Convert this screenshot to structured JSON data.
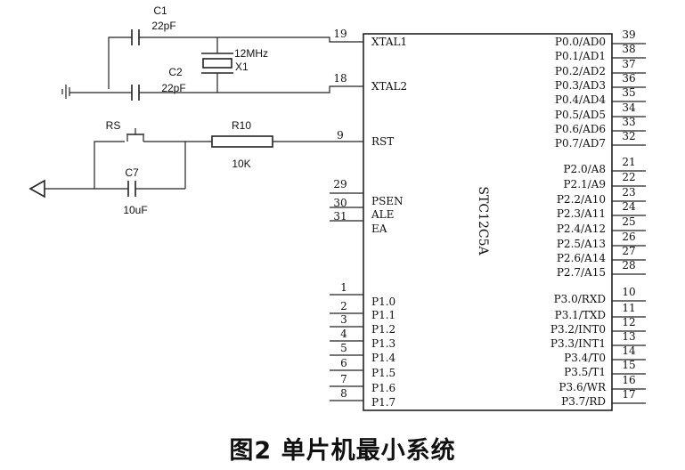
{
  "chip": {
    "name": "STC12C5A",
    "left_pins": [
      {
        "num": "19",
        "label": "XTAL1"
      },
      {
        "num": "18",
        "label": "XTAL2"
      },
      {
        "num": "9",
        "label": "RST"
      },
      {
        "num": "29",
        "label": "PSEN"
      },
      {
        "num": "30",
        "label": "ALE"
      },
      {
        "num": "31",
        "label": "EA"
      },
      {
        "num": "1",
        "label": "P1.0"
      },
      {
        "num": "2",
        "label": "P1.1"
      },
      {
        "num": "3",
        "label": "P1.2"
      },
      {
        "num": "4",
        "label": "P1.3"
      },
      {
        "num": "5",
        "label": "P1.4"
      },
      {
        "num": "6",
        "label": "P1.5"
      },
      {
        "num": "7",
        "label": "P1.6"
      },
      {
        "num": "8",
        "label": "P1.7"
      }
    ],
    "right_pins": [
      {
        "num": "39",
        "label": "P0.0/AD0"
      },
      {
        "num": "38",
        "label": "P0.1/AD1"
      },
      {
        "num": "37",
        "label": "P0.2/AD2"
      },
      {
        "num": "36",
        "label": "P0.3/AD3"
      },
      {
        "num": "35",
        "label": "P0.4/AD4"
      },
      {
        "num": "34",
        "label": "P0.5/AD5"
      },
      {
        "num": "33",
        "label": "P0.6/AD6"
      },
      {
        "num": "32",
        "label": "P0.7/AD7"
      },
      {
        "num": "21",
        "label": "P2.0/A8"
      },
      {
        "num": "22",
        "label": "P2.1/A9"
      },
      {
        "num": "23",
        "label": "P2.2/A10"
      },
      {
        "num": "24",
        "label": "P2.3/A11"
      },
      {
        "num": "25",
        "label": "P2.4/A12"
      },
      {
        "num": "26",
        "label": "P2.5/A13"
      },
      {
        "num": "27",
        "label": "P2.6/A14"
      },
      {
        "num": "28",
        "label": "P2.7/A15"
      },
      {
        "num": "10",
        "label": "P3.0/RXD"
      },
      {
        "num": "11",
        "label": "P3.1/TXD"
      },
      {
        "num": "12",
        "label": "P3.2/INT0"
      },
      {
        "num": "13",
        "label": "P3.3/INT1"
      },
      {
        "num": "14",
        "label": "P3.4/T0"
      },
      {
        "num": "15",
        "label": "P3.5/T1"
      },
      {
        "num": "16",
        "label": "P3.6/WR"
      },
      {
        "num": "17",
        "label": "P3.7/RD"
      }
    ]
  },
  "components": {
    "c1": {
      "name": "C1",
      "value": "22pF"
    },
    "c2": {
      "name": "C2",
      "value": "22pF"
    },
    "x1": {
      "name": "X1",
      "value": "12MHz"
    },
    "rs": {
      "name": "RS"
    },
    "r10": {
      "name": "R10",
      "value": "10K"
    },
    "c7": {
      "name": "C7",
      "value": "10uF"
    }
  },
  "caption": "图2   单片机最小系统"
}
